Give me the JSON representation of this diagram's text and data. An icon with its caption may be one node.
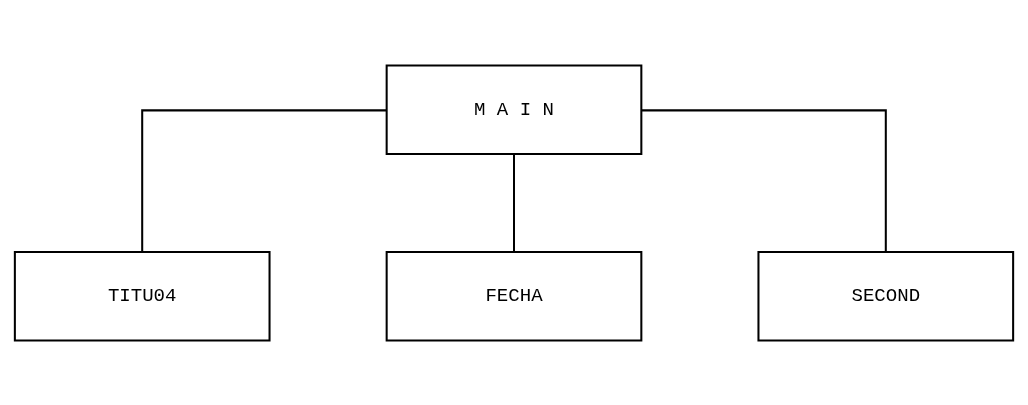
{
  "diagram": {
    "nodes": [
      {
        "text": [
          "M A I N"
        ]
      },
      {
        "text": [
          "TITU04"
        ]
      },
      {
        "text": [
          "FECHA"
        ]
      },
      {
        "text": [
          "SECOND"
        ]
      }
    ],
    "edges": [
      {
        "from": 0,
        "to": 1,
        "arrow": "none"
      },
      {
        "from": 0,
        "to": 2,
        "arrow": "none"
      },
      {
        "from": 0,
        "to": 3,
        "arrow": "none"
      }
    ]
  }
}
